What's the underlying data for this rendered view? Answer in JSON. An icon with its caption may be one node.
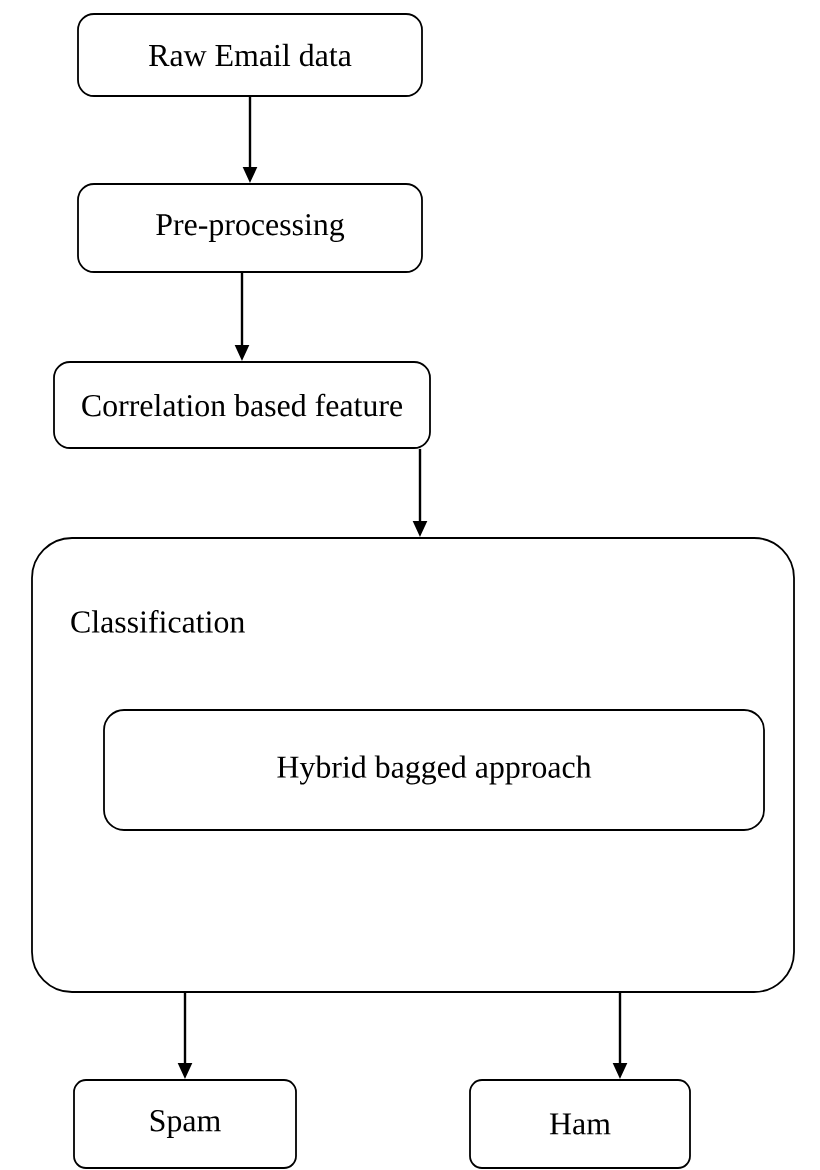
{
  "diagram": {
    "nodes": [
      {
        "text": [
          "Raw Email data"
        ]
      },
      {
        "text": [
          "Pre-processing"
        ]
      },
      {
        "text": [
          "Correlation based feature"
        ]
      },
      {
        "text": [
          "Classification"
        ]
      },
      {
        "text": [
          "Hybrid bagged approach"
        ],
        "in": 3
      },
      {
        "text": [
          "Spam"
        ]
      },
      {
        "text": [
          "Ham"
        ]
      }
    ],
    "edges": [
      {
        "from": 0,
        "to": 1,
        "arrow": "to"
      },
      {
        "from": 1,
        "to": 2,
        "arrow": "to"
      },
      {
        "from": 2,
        "to": 3,
        "arrow": "to"
      },
      {
        "from": 3,
        "to": 5,
        "arrow": "to"
      },
      {
        "from": 3,
        "to": 6,
        "arrow": "to"
      }
    ]
  }
}
